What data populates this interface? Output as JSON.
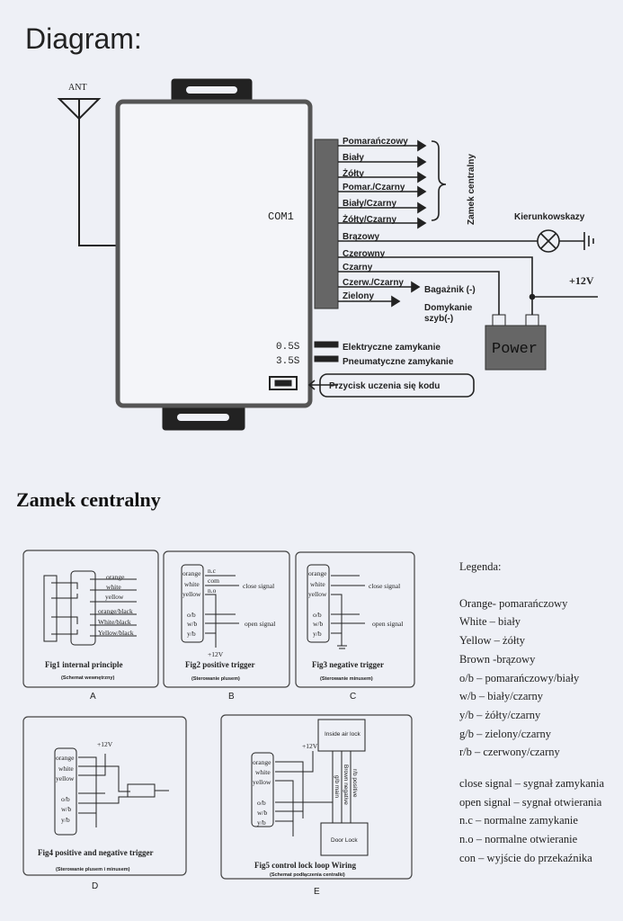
{
  "title": "Diagram:",
  "module": {
    "antenna": "ANT",
    "com": "COM1",
    "t1": "0.5S",
    "t2": "3.5S"
  },
  "wires": [
    "Pomarańczowy",
    "Biały",
    "Żółty",
    "Pomar./Czarny",
    "Biały/Czarny",
    "Żółty/Czarny",
    "Brązowy",
    "Czerowny",
    "Czarny",
    "Czerw./Czarny",
    "Zielony"
  ],
  "brace_label": "Zamek centralny",
  "turn_signals": "Kierunkowskazy",
  "plus12": "+12V",
  "trunk": "Bagażnik (-)",
  "windows": [
    "Domykanie",
    "szyb(-)"
  ],
  "power": "Power",
  "electric": "Elektryczne zamykanie",
  "pneumatic": "Pneumatyczne zamykanie",
  "learn_button": "Przycisk uczenia się kodu",
  "section_title": "Zamek centralny",
  "figs": {
    "a": {
      "title": "Fig1 internal principle",
      "sub": "(Schemat wewnętrzny)",
      "letter": "A",
      "wires": [
        "orange",
        "white",
        "yellow",
        "orange/black",
        "White/black",
        "Yellow/black"
      ]
    },
    "b": {
      "title": "Fig2 positive trigger",
      "sub": "(Sterowanie plusem)",
      "letter": "B"
    },
    "c": {
      "title": "Fig3 negative trigger",
      "sub": "(Sterowanie minusem)",
      "letter": "C"
    },
    "d": {
      "title": "Fig4 positive and negative trigger",
      "sub": "(Sterowanie plusem i minusem)",
      "letter": "D"
    },
    "e": {
      "title": "Fig5 control lock loop Wiring",
      "sub": "(Schemat podłączenia centralki)",
      "letter": "E",
      "inside": "Inside air lock",
      "door": "Door Lock",
      "w1": "g/b main",
      "w2": "Brown negative",
      "w3": "r/b positive"
    },
    "pins": [
      "orange",
      "white",
      "yellow",
      "o/b",
      "w/b",
      "y/b"
    ],
    "contacts": [
      "n.c",
      "com",
      "n.o"
    ],
    "close": "close signal",
    "open": "open signal",
    "v12": "+12V"
  },
  "legend": {
    "title": "Legenda:",
    "items": [
      "Orange- pomarańczowy",
      "White – biały",
      "Yellow – żółty",
      "Brown -brązowy",
      "o/b – pomarańczowy/biały",
      "w/b – biały/czarny",
      "y/b – żółty/czarny",
      "g/b – zielony/czarny",
      "r/b – czerwony/czarny"
    ],
    "items2": [
      "close signal – sygnał zamykania",
      "open signal – sygnał otwierania",
      "n.c – normalne zamykanie",
      "n.o – normalne otwieranie",
      "con – wyjście do przekaźnika"
    ]
  }
}
